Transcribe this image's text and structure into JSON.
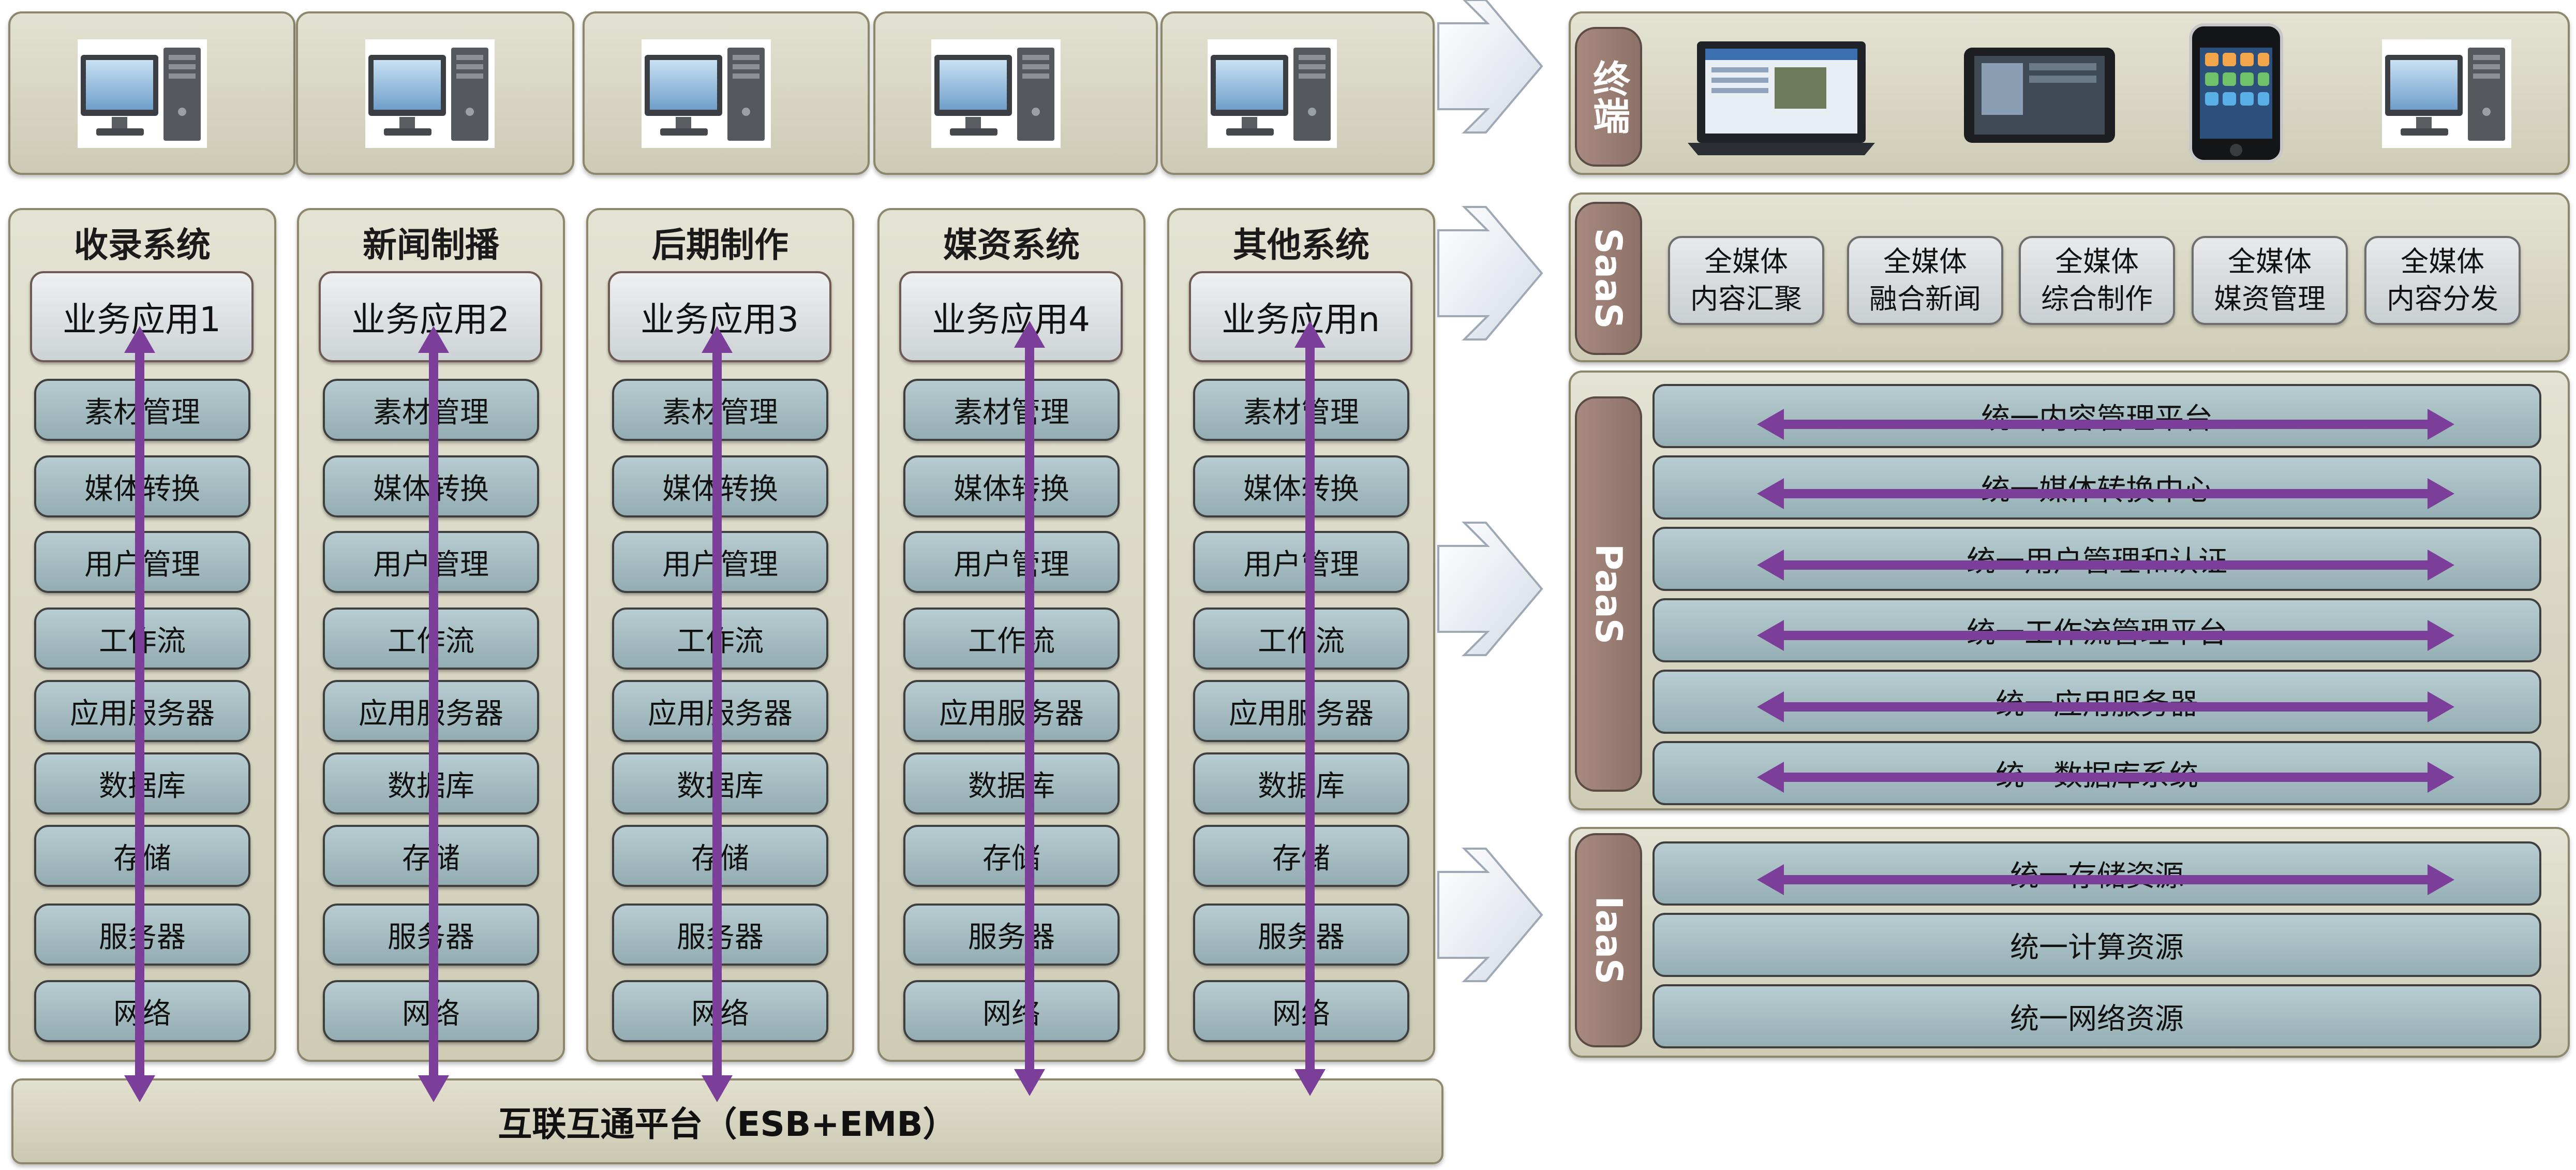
{
  "columns": [
    {
      "title": "收录系统",
      "app": "业务应用1"
    },
    {
      "title": "新闻制播",
      "app": "业务应用2"
    },
    {
      "title": "后期制作",
      "app": "业务应用3"
    },
    {
      "title": "媒资系统",
      "app": "业务应用4"
    },
    {
      "title": "其他系统",
      "app": "业务应用n"
    }
  ],
  "layers": [
    "素材管理",
    "媒体转换",
    "用户管理",
    "工作流",
    "应用服务器",
    "数据库",
    "存储",
    "服务器",
    "网络"
  ],
  "bus_label": "互联互通平台（ESB+EMB）",
  "tiers": {
    "terminal": "终端",
    "saas": "SaaS",
    "paas": "PaaS",
    "iaas": "IaaS"
  },
  "saas_services": [
    [
      "全媒体",
      "内容汇聚"
    ],
    [
      "全媒体",
      "融合新闻"
    ],
    [
      "全媒体",
      "综合制作"
    ],
    [
      "全媒体",
      "媒资管理"
    ],
    [
      "全媒体",
      "内容分发"
    ]
  ],
  "paas_platforms": [
    "统一内容管理平台",
    "统一媒体转换中心",
    "统一用户管理和认证",
    "统一工作流管理平台",
    "统一应用服务器",
    "统一数据库系统"
  ],
  "iaas_resources": [
    "统一存储资源",
    "统一计算资源",
    "统一网络资源"
  ],
  "terminal_devices": [
    "laptop",
    "tablet",
    "smartphone",
    "desktop-pc"
  ],
  "colors": {
    "arrow": "#7b3f99",
    "layer": "#a6bec3",
    "panel": "#d9d7c5",
    "tab": "#9a7d73"
  }
}
